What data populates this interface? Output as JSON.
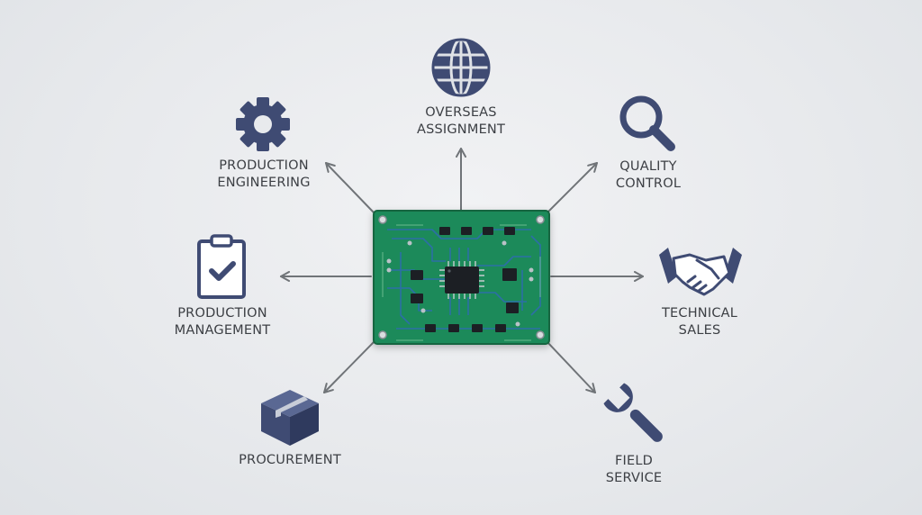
{
  "colors": {
    "icon": "#3f4b73",
    "arrow": "#707478",
    "label": "#3c3f44",
    "pcb_board": "#1f8a5a",
    "pcb_trace": "#2c6fa6",
    "chip": "#1c1f24"
  },
  "center": {
    "name": "circuit-board"
  },
  "roles": [
    {
      "id": "overseas-assignment",
      "icon": "globe-icon",
      "lines": [
        "OVERSEAS",
        "ASSIGNMENT"
      ]
    },
    {
      "id": "quality-control",
      "icon": "magnifier-icon",
      "lines": [
        "QUALITY",
        "CONTROL"
      ]
    },
    {
      "id": "technical-sales",
      "icon": "handshake-icon",
      "lines": [
        "TECHNICAL",
        "SALES"
      ]
    },
    {
      "id": "field-service",
      "icon": "wrench-icon",
      "lines": [
        "FIELD",
        "SERVICE"
      ]
    },
    {
      "id": "procurement",
      "icon": "box-icon",
      "lines": [
        "PROCUREMENT"
      ]
    },
    {
      "id": "production-management",
      "icon": "clipboard-check-icon",
      "lines": [
        "PRODUCTION",
        "MANAGEMENT"
      ]
    },
    {
      "id": "production-engineering",
      "icon": "gear-icon",
      "lines": [
        "PRODUCTION",
        "ENGINEERING"
      ]
    }
  ]
}
